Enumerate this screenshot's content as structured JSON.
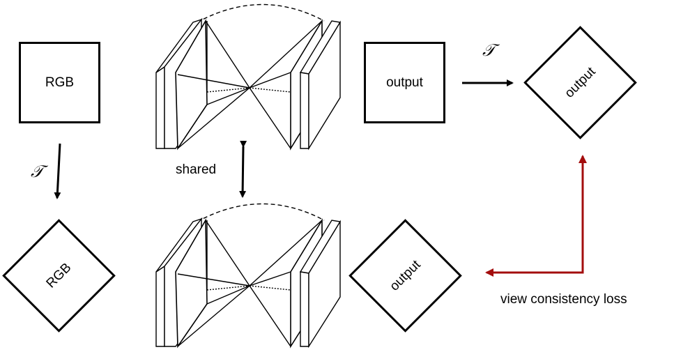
{
  "nodes": {
    "rgb_top": "RGB",
    "rgb_bottom": "RGB",
    "output_top": "output",
    "output_top_rotated": "output",
    "output_bottom": "output"
  },
  "labels": {
    "shared": "shared",
    "transform_symbol": "𝒯",
    "loss": "view consistency loss"
  },
  "colors": {
    "stroke": "#000000",
    "loss_arrow": "#a30d0d"
  }
}
